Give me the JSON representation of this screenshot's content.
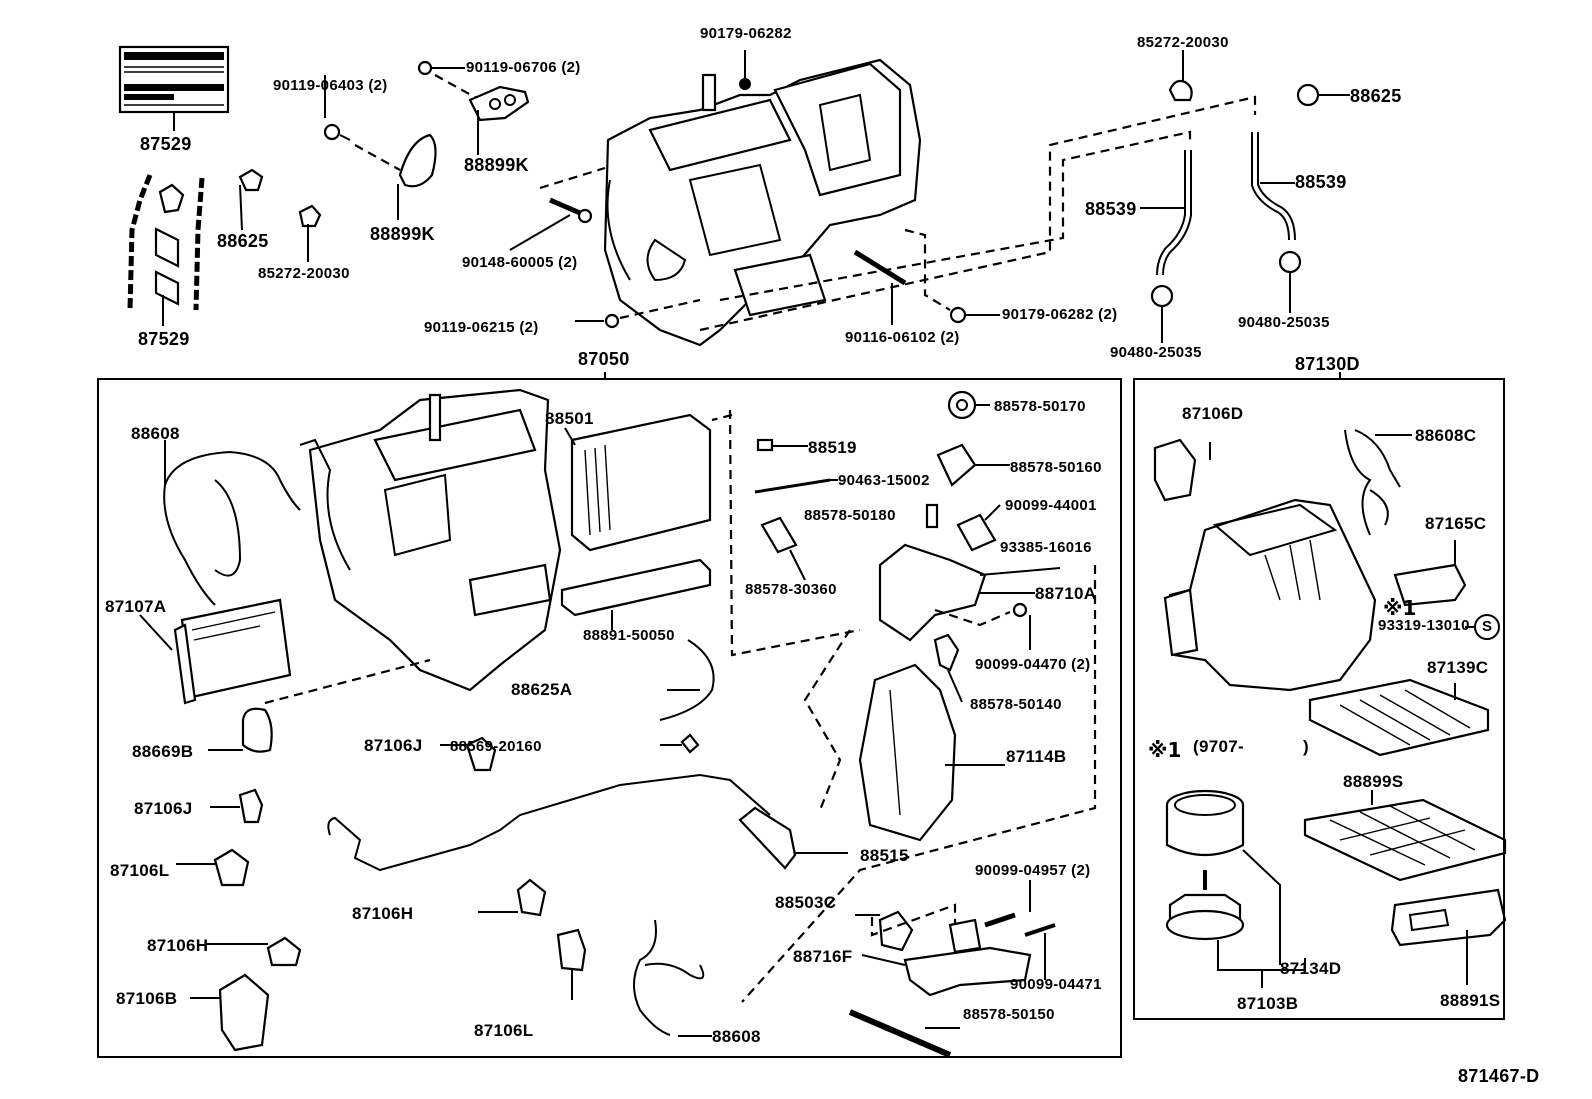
{
  "diagram": {
    "title_code": "871467-D",
    "assemblies": {
      "heater_unit_box": "87050",
      "blower_unit_box": "87130D"
    },
    "note": {
      "symbol": "※1",
      "text": "(9707-",
      "text_close": ")",
      "marker_symbol": "※1",
      "circled_letter": "S"
    },
    "top_labels": [
      {
        "id": "87529-a",
        "text": "87529"
      },
      {
        "id": "87529-b",
        "text": "87529"
      },
      {
        "id": "88625-a",
        "text": "88625"
      },
      {
        "id": "85272-20030-a",
        "text": "85272-20030"
      },
      {
        "id": "90119-06403",
        "text": "90119-06403 (2)"
      },
      {
        "id": "90119-06706",
        "text": "90119-06706 (2)"
      },
      {
        "id": "88899K-a",
        "text": "88899K"
      },
      {
        "id": "88899K-b",
        "text": "88899K"
      },
      {
        "id": "90179-06282-a",
        "text": "90179-06282"
      },
      {
        "id": "90148-60005",
        "text": "90148-60005 (2)"
      },
      {
        "id": "90119-06215",
        "text": "90119-06215 (2)"
      },
      {
        "id": "90116-06102",
        "text": "90116-06102 (2)"
      },
      {
        "id": "90179-06282-b",
        "text": "90179-06282 (2)"
      },
      {
        "id": "85272-20030-b",
        "text": "85272-20030"
      },
      {
        "id": "88625-b",
        "text": "88625"
      },
      {
        "id": "88539-a",
        "text": "88539"
      },
      {
        "id": "88539-b",
        "text": "88539"
      },
      {
        "id": "90480-25035-a",
        "text": "90480-25035"
      },
      {
        "id": "90480-25035-b",
        "text": "90480-25035"
      }
    ],
    "heater_labels": [
      {
        "id": "88608-a",
        "text": "88608"
      },
      {
        "id": "87107A",
        "text": "87107A"
      },
      {
        "id": "88501",
        "text": "88501"
      },
      {
        "id": "88891-50050",
        "text": "88891-50050"
      },
      {
        "id": "88625A",
        "text": "88625A"
      },
      {
        "id": "88669B",
        "text": "88669B"
      },
      {
        "id": "87106J-a",
        "text": "87106J"
      },
      {
        "id": "87106J-b",
        "text": "87106J"
      },
      {
        "id": "88569-20160",
        "text": "88569-20160"
      },
      {
        "id": "87106L-a",
        "text": "87106L"
      },
      {
        "id": "87106H-a",
        "text": "87106H"
      },
      {
        "id": "87106H-b",
        "text": "87106H"
      },
      {
        "id": "87106B",
        "text": "87106B"
      },
      {
        "id": "87106L-b",
        "text": "87106L"
      },
      {
        "id": "88608-b",
        "text": "88608"
      },
      {
        "id": "88578-50170",
        "text": "88578-50170"
      },
      {
        "id": "88519",
        "text": "88519"
      },
      {
        "id": "90463-15002",
        "text": "90463-15002"
      },
      {
        "id": "88578-50160",
        "text": "88578-50160"
      },
      {
        "id": "88578-50180",
        "text": "88578-50180"
      },
      {
        "id": "90099-44001",
        "text": "90099-44001"
      },
      {
        "id": "93385-16016",
        "text": "93385-16016"
      },
      {
        "id": "88578-30360",
        "text": "88578-30360"
      },
      {
        "id": "88710A",
        "text": "88710A"
      },
      {
        "id": "90099-04470",
        "text": "90099-04470 (2)"
      },
      {
        "id": "88578-50140",
        "text": "88578-50140"
      },
      {
        "id": "87114B",
        "text": "87114B"
      },
      {
        "id": "88515",
        "text": "88515"
      },
      {
        "id": "90099-04957",
        "text": "90099-04957 (2)"
      },
      {
        "id": "88503C",
        "text": "88503C"
      },
      {
        "id": "88716F",
        "text": "88716F"
      },
      {
        "id": "90099-04471",
        "text": "90099-04471"
      },
      {
        "id": "88578-50150",
        "text": "88578-50150"
      }
    ],
    "blower_labels": [
      {
        "id": "87106D",
        "text": "87106D"
      },
      {
        "id": "88608C",
        "text": "88608C"
      },
      {
        "id": "87165C",
        "text": "87165C"
      },
      {
        "id": "93319-13010",
        "text": "93319-13010"
      },
      {
        "id": "87139C",
        "text": "87139C"
      },
      {
        "id": "88899S",
        "text": "88899S"
      },
      {
        "id": "87134D",
        "text": "87134D"
      },
      {
        "id": "87103B",
        "text": "87103B"
      },
      {
        "id": "88891S",
        "text": "88891S"
      }
    ]
  }
}
